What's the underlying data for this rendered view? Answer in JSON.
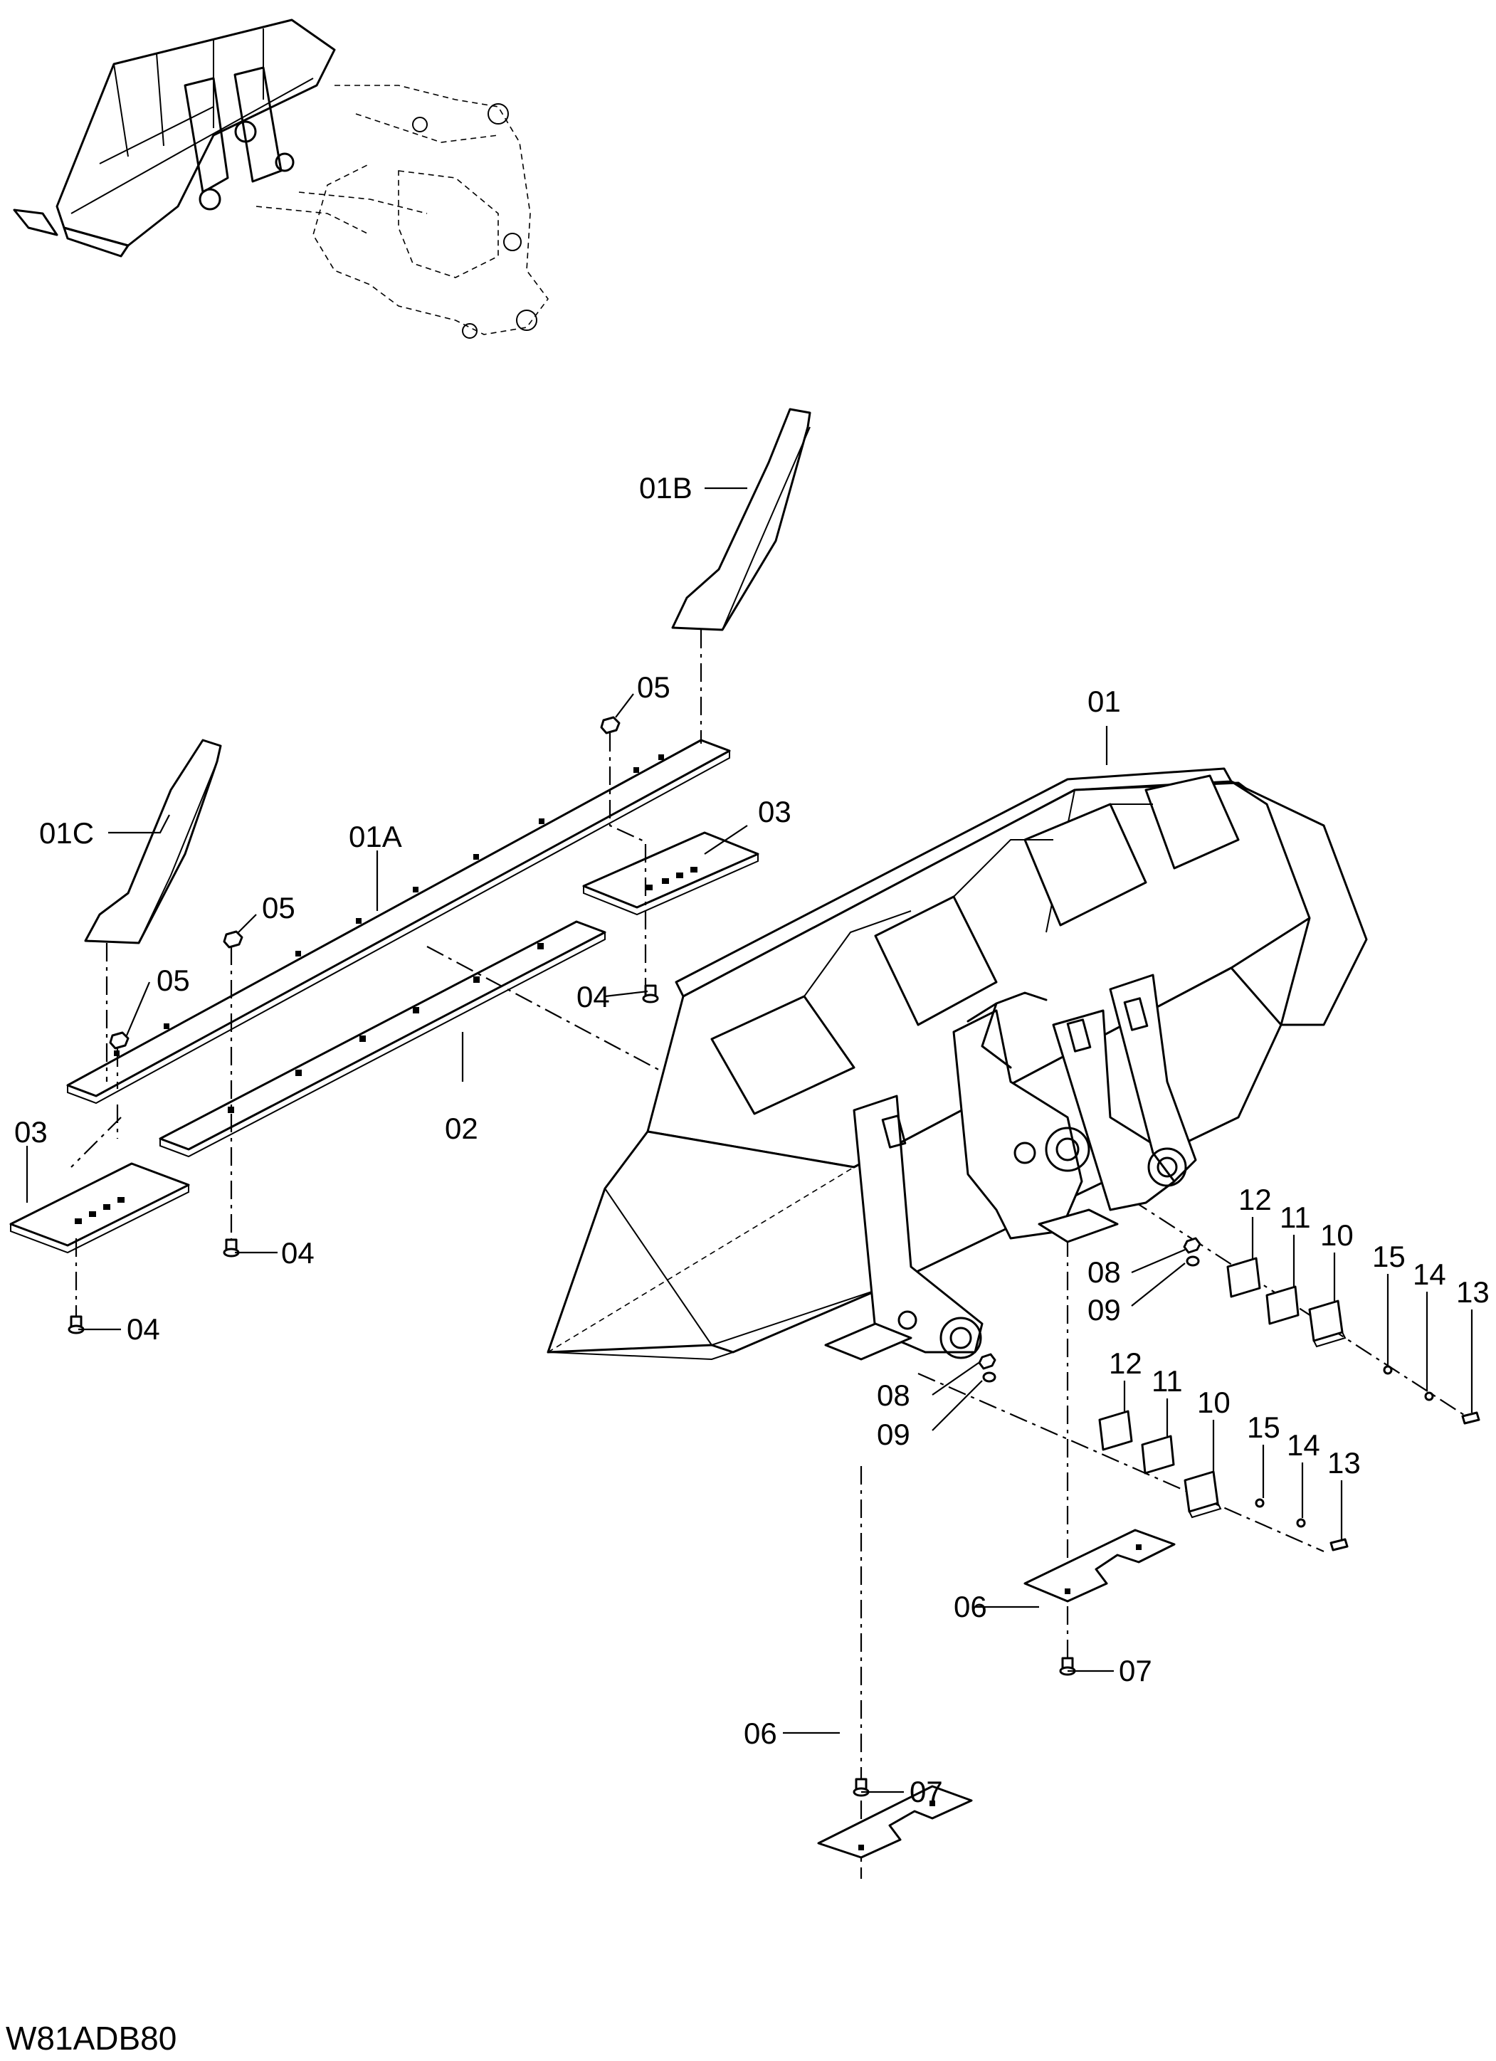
{
  "figure_code": "W81ADB80",
  "labels": {
    "p01": "01",
    "p01A": "01A",
    "p01B": "01B",
    "p01C": "01C",
    "p02": "02",
    "p03": "03",
    "p04": "04",
    "p05": "05",
    "p06": "06",
    "p07": "07",
    "p08": "08",
    "p09": "09",
    "p10": "10",
    "p11": "11",
    "p12": "12",
    "p13": "13",
    "p14": "14",
    "p15": "15"
  }
}
